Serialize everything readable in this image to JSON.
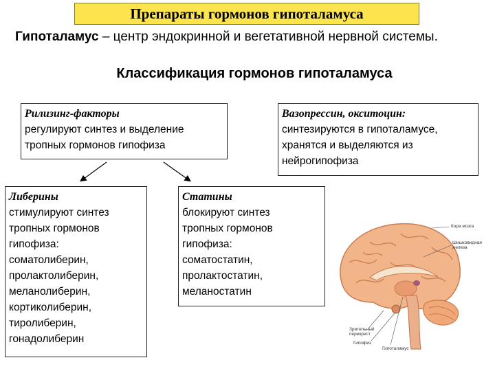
{
  "header": {
    "title": "Препараты гормонов гипоталамуса"
  },
  "intro": {
    "term": "Гипоталамус",
    "text": " – центр эндокринной и вегетативной нервной системы."
  },
  "subtitle": "Классификация гормонов гипоталамуса",
  "boxes": {
    "releasing": {
      "head": "Рилизинг-факторы",
      "lines": [
        "регулируют синтез и выделение",
        "тропных гормонов гипофиза"
      ]
    },
    "vaso": {
      "head": "Вазопрессин, окситоцин:",
      "lines": [
        "синтезируются в гипоталамусе,",
        "хранятся и выделяются из",
        "нейрогипофиза"
      ]
    },
    "liberins": {
      "head": "Либерины",
      "lines": [
        "стимулируют синтез",
        "тропных гормонов",
        "гипофиза:",
        "соматолиберин,",
        "пролактолиберин,",
        "меланолиберин,",
        "кортиколиберин,",
        "тиролиберин,",
        "гонадолиберин"
      ]
    },
    "statins": {
      "head": "Статины",
      "lines": [
        "блокируют синтез",
        "тропных гормонов",
        "гипофиза:",
        "соматостатин,",
        "пролактостатин,",
        "меланостатин"
      ]
    }
  },
  "brain_labels": {
    "cortex": "Кора мозга",
    "pineal_1": "Шишковидная",
    "pineal_2": "железа",
    "chiasm_1": "Зрительный",
    "chiasm_2": "перекрест",
    "pituitary": "Гипофиз",
    "hypothalamus": "Гипоталамус"
  },
  "colors": {
    "title_bg": "#fbe44e",
    "brain": "#f2b489",
    "brain_dark": "#d98a5e"
  }
}
